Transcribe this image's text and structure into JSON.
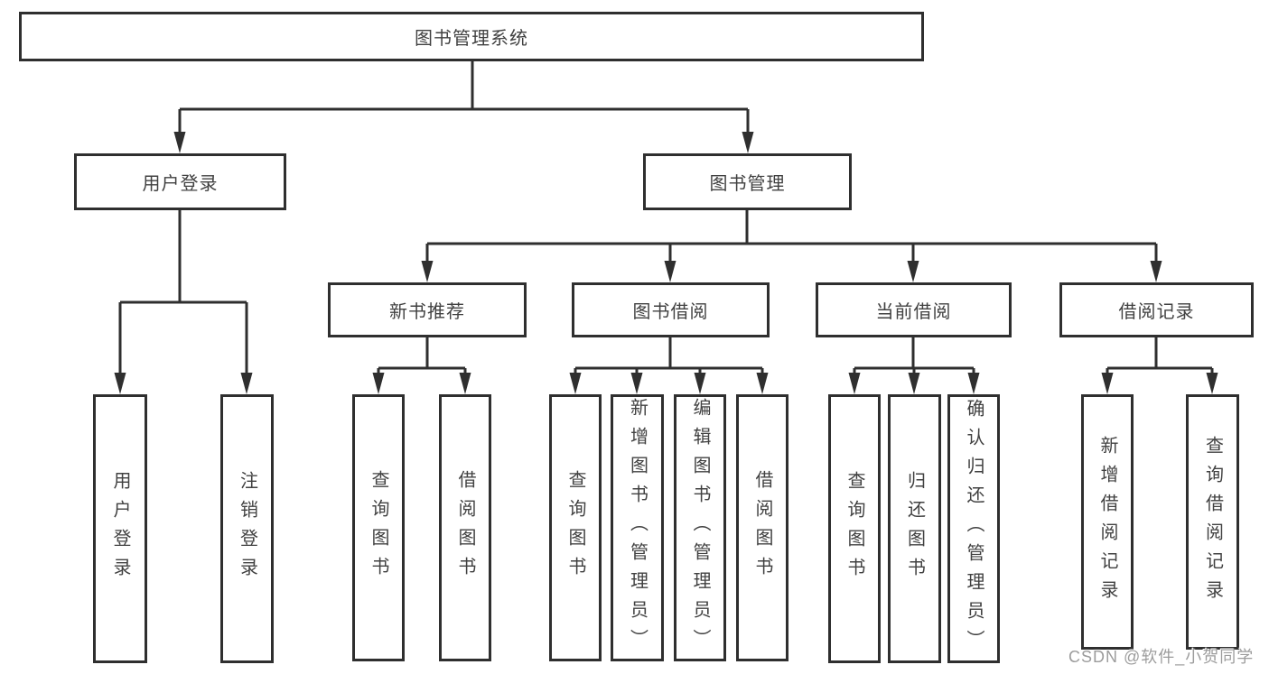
{
  "diagram_title": "图书管理系统",
  "tree": {
    "root": {
      "label": "图书管理系统",
      "children": [
        {
          "label": "用户登录",
          "children": [
            {
              "label": "用户登录"
            },
            {
              "label": "注销登录"
            }
          ]
        },
        {
          "label": "图书管理",
          "children": [
            {
              "label": "新书推荐",
              "children": [
                {
                  "label": "查询图书"
                },
                {
                  "label": "借阅图书"
                }
              ]
            },
            {
              "label": "图书借阅",
              "children": [
                {
                  "label": "查询图书"
                },
                {
                  "label": "新增图书（管理员）"
                },
                {
                  "label": "编辑图书（管理员）"
                },
                {
                  "label": "借阅图书"
                }
              ]
            },
            {
              "label": "当前借阅",
              "children": [
                {
                  "label": "查询图书"
                },
                {
                  "label": "归还图书"
                },
                {
                  "label": "确认归还（管理员）"
                }
              ]
            },
            {
              "label": "借阅记录",
              "children": [
                {
                  "label": "新增借阅记录"
                },
                {
                  "label": "查询借阅记录"
                }
              ]
            }
          ]
        }
      ]
    }
  },
  "watermark": {
    "text": "CSDN @软件_小贺同学"
  },
  "colors": {
    "line": "#2f2f2f",
    "box_border": "#2f2f2f",
    "box_fill": "#ffffff",
    "text": "#414141",
    "watermark": "#9c9c9c",
    "background": "#ffffff"
  }
}
